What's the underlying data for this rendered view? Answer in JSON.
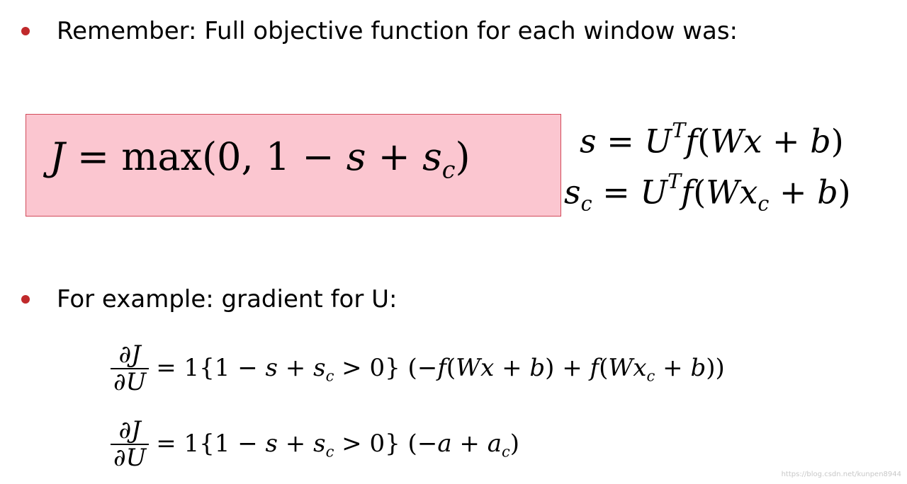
{
  "bullets": {
    "first": "Remember: Full objective function for each window was:",
    "second": "For example: gradient for U:"
  },
  "colors": {
    "bullet": "#c0292b",
    "box_fill": "#fbc6d0",
    "box_border": "#d24a5a"
  },
  "watermark": "https://blog.csdn.net/kunpen8944"
}
